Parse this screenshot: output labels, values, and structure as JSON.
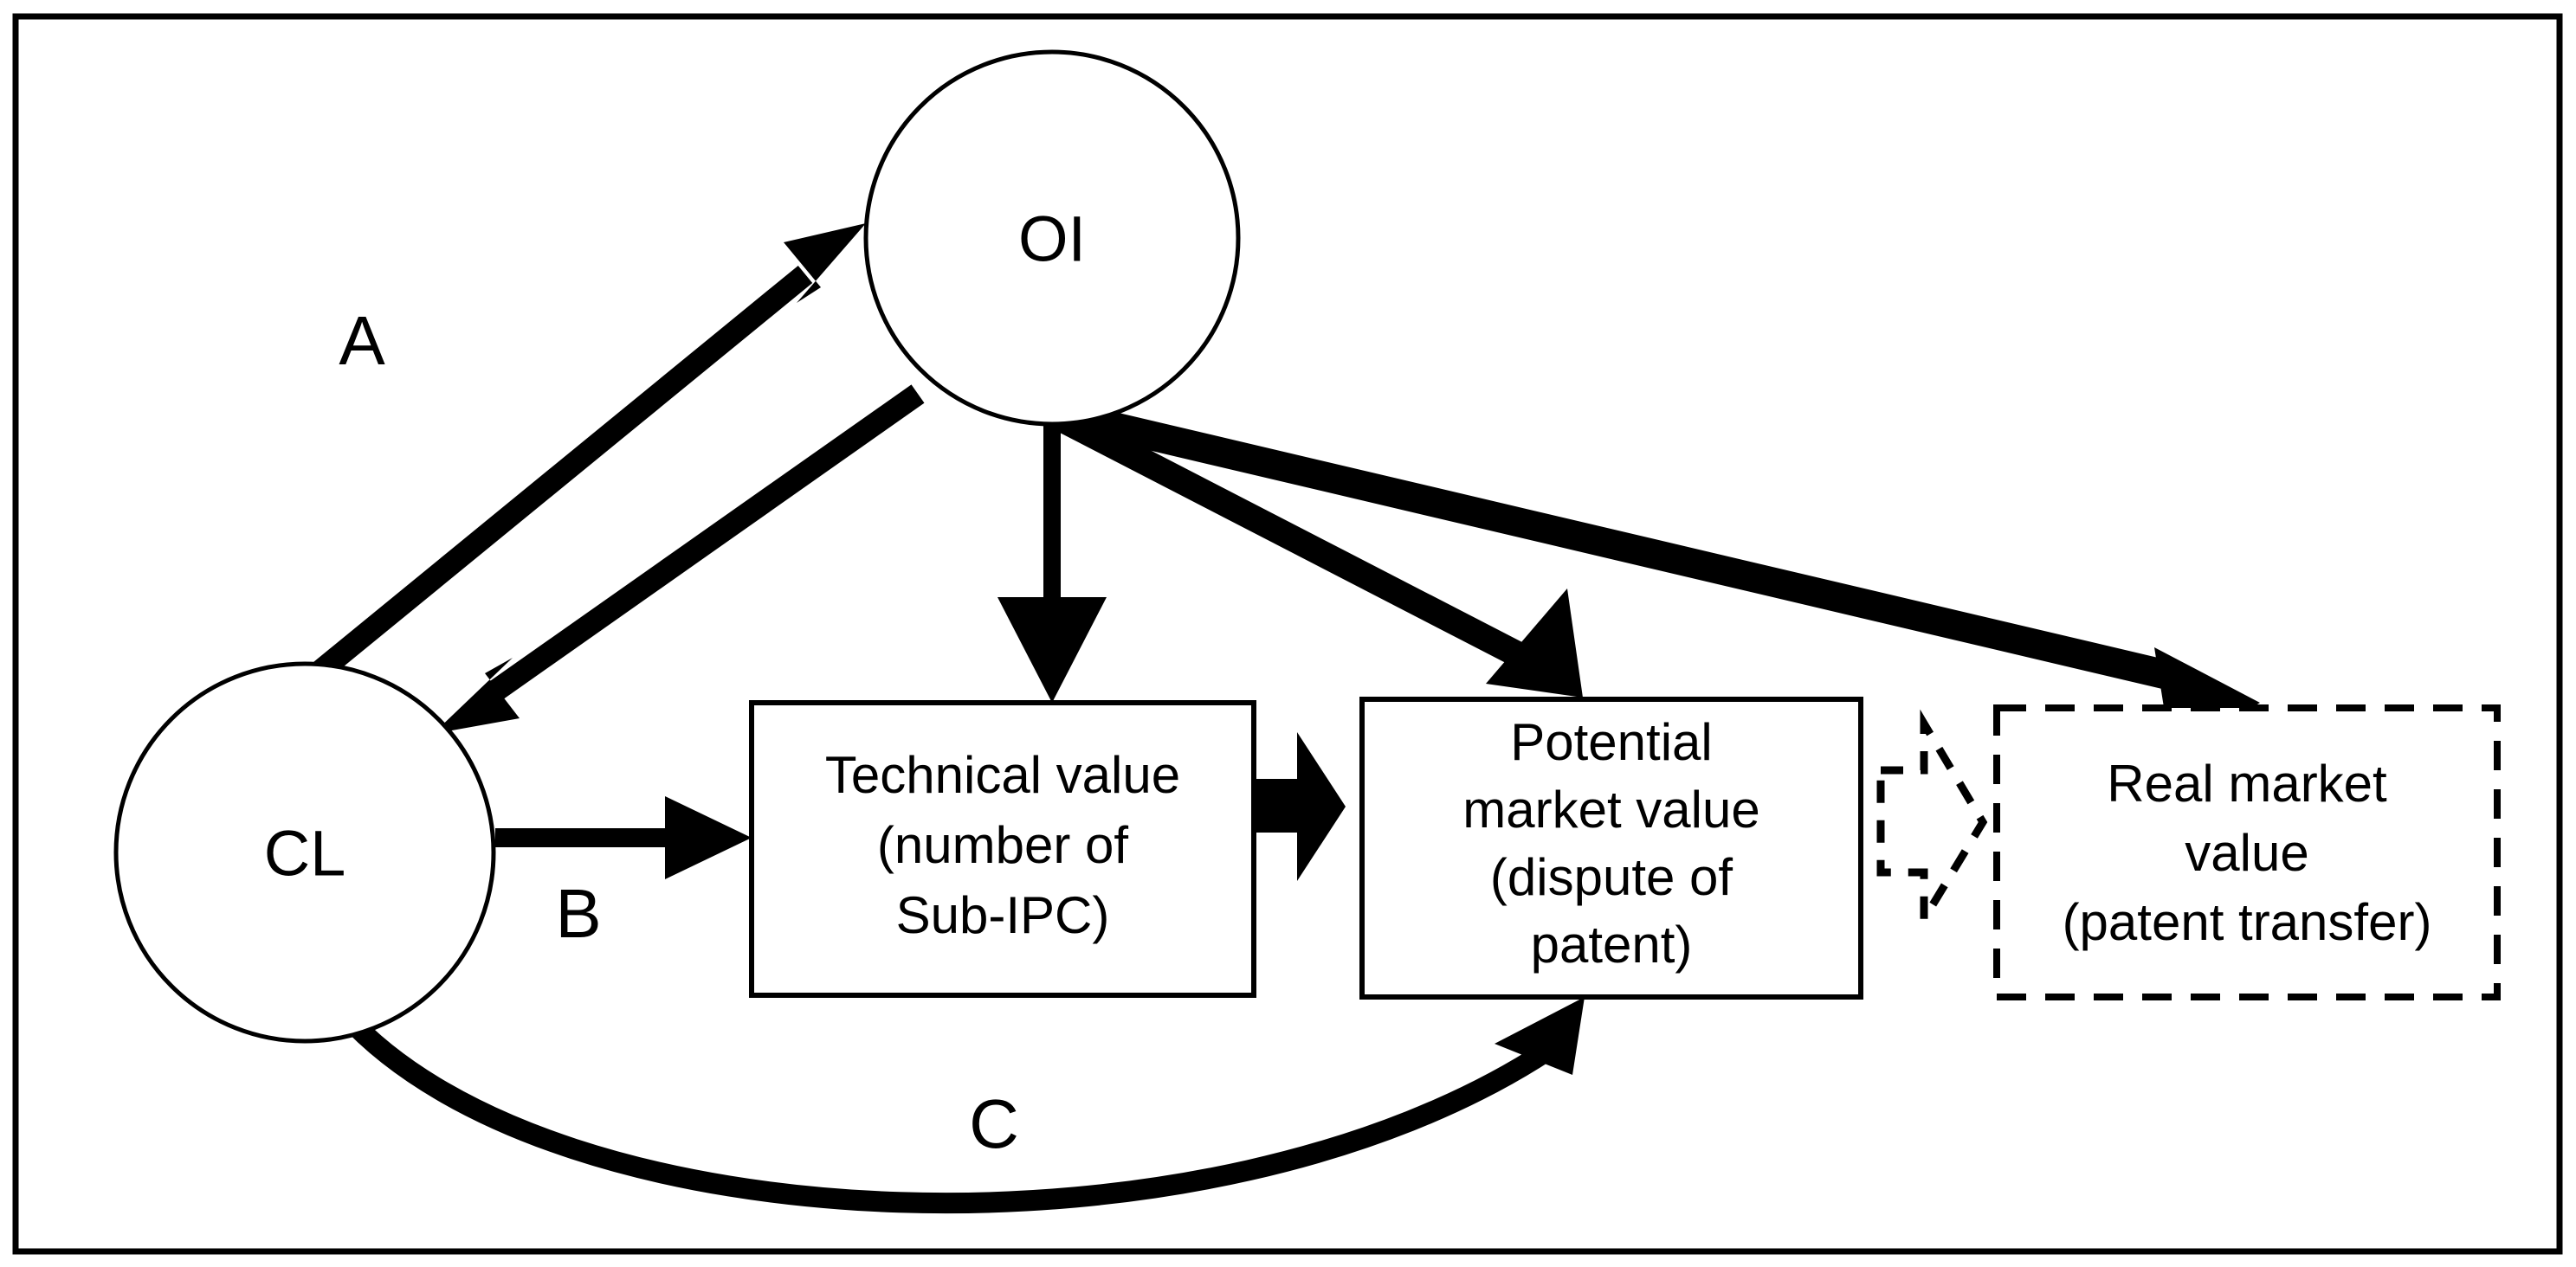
{
  "figure": {
    "title": "Patent value relationship diagram",
    "background_color": "#ffffff",
    "ink_color": "#000000",
    "frame": {
      "visible": true,
      "style": "solid",
      "color": "#000000"
    }
  },
  "nodes": {
    "oi_circle": {
      "label": "OI",
      "shape": "circle",
      "fill": "#ffffff",
      "border": "solid"
    },
    "cl_circle": {
      "label": "CL",
      "shape": "circle",
      "fill": "#ffffff",
      "border": "solid"
    },
    "technical_value_box": {
      "line1": "Technical value",
      "line2": "(number of",
      "line3": "Sub-IPC)",
      "shape": "rectangle",
      "border": "solid"
    },
    "potential_market_value_box": {
      "line1": "Potential",
      "line2": "market value",
      "line3": "(dispute of",
      "line4": "patent)",
      "shape": "rectangle",
      "border": "solid"
    },
    "real_market_value_box": {
      "line1": "Real market",
      "line2": "value",
      "line3": "(patent transfer)",
      "shape": "rectangle",
      "border": "dashed"
    }
  },
  "edge_labels": {
    "a": "A",
    "b": "B",
    "c": "C"
  },
  "edges": [
    {
      "name": "cl-to-oi",
      "from": "CL",
      "to": "OI",
      "style": "solid",
      "label": "A",
      "arrowhead": "filled"
    },
    {
      "name": "oi-to-cl",
      "from": "OI",
      "to": "CL",
      "style": "solid",
      "label": "A",
      "arrowhead": "filled"
    },
    {
      "name": "oi-to-technical-value",
      "from": "OI",
      "to": "Technical value (number of Sub-IPC)",
      "style": "solid",
      "arrowhead": "filled"
    },
    {
      "name": "oi-to-potential-market-value",
      "from": "OI",
      "to": "Potential market value (dispute of patent)",
      "style": "solid",
      "arrowhead": "filled"
    },
    {
      "name": "oi-to-real-market-value",
      "from": "OI",
      "to": "Real market value (patent transfer)",
      "style": "solid",
      "arrowhead": "filled"
    },
    {
      "name": "cl-to-technical-value",
      "from": "CL",
      "to": "Technical value (number of Sub-IPC)",
      "style": "solid",
      "label": "B",
      "arrowhead": "filled"
    },
    {
      "name": "cl-to-potential-market-value",
      "from": "CL",
      "to": "Potential market value (dispute of patent)",
      "style": "curved-solid",
      "label": "C",
      "arrowhead": "filled"
    },
    {
      "name": "technical-to-potential-block-arrow",
      "from": "Technical value (number of Sub-IPC)",
      "to": "Potential market value (dispute of patent)",
      "style": "block-arrow-filled",
      "arrowhead": "block"
    },
    {
      "name": "potential-to-real-block-arrow",
      "from": "Potential market value (dispute of patent)",
      "to": "Real market value (patent transfer)",
      "style": "block-arrow-dashed",
      "arrowhead": "block"
    }
  ]
}
